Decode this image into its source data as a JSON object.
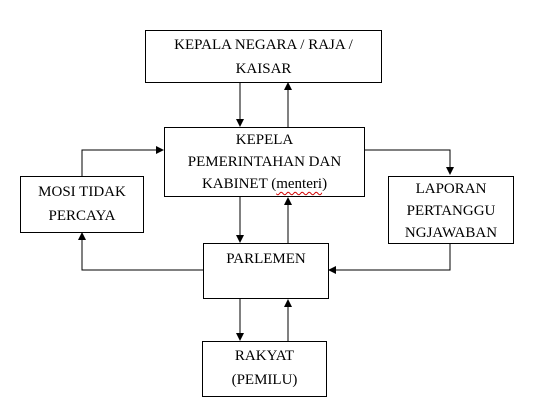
{
  "diagram": {
    "head_of_state": {
      "line1": "KEPALA NEGARA / RAJA /",
      "line2": "KAISAR"
    },
    "government": {
      "line1": "KEPELA",
      "line2": "PEMERINTAHAN DAN",
      "line3_prefix": "KABINET (",
      "line3_word": "menteri",
      "line3_suffix": ")"
    },
    "no_confidence": {
      "line1": "MOSI TIDAK",
      "line2": "PERCAYA"
    },
    "accountability_report": {
      "line1": "LAPORAN",
      "line2": "PERTANGGU",
      "line3": "NGJAWABAN"
    },
    "parliament": {
      "label": "PARLEMEN"
    },
    "people": {
      "line1": "RAKYAT",
      "line2": "(PEMILU)"
    },
    "colors": {
      "line": "#000000",
      "background": "#ffffff",
      "spellcheck_underline": "#d00000"
    }
  }
}
